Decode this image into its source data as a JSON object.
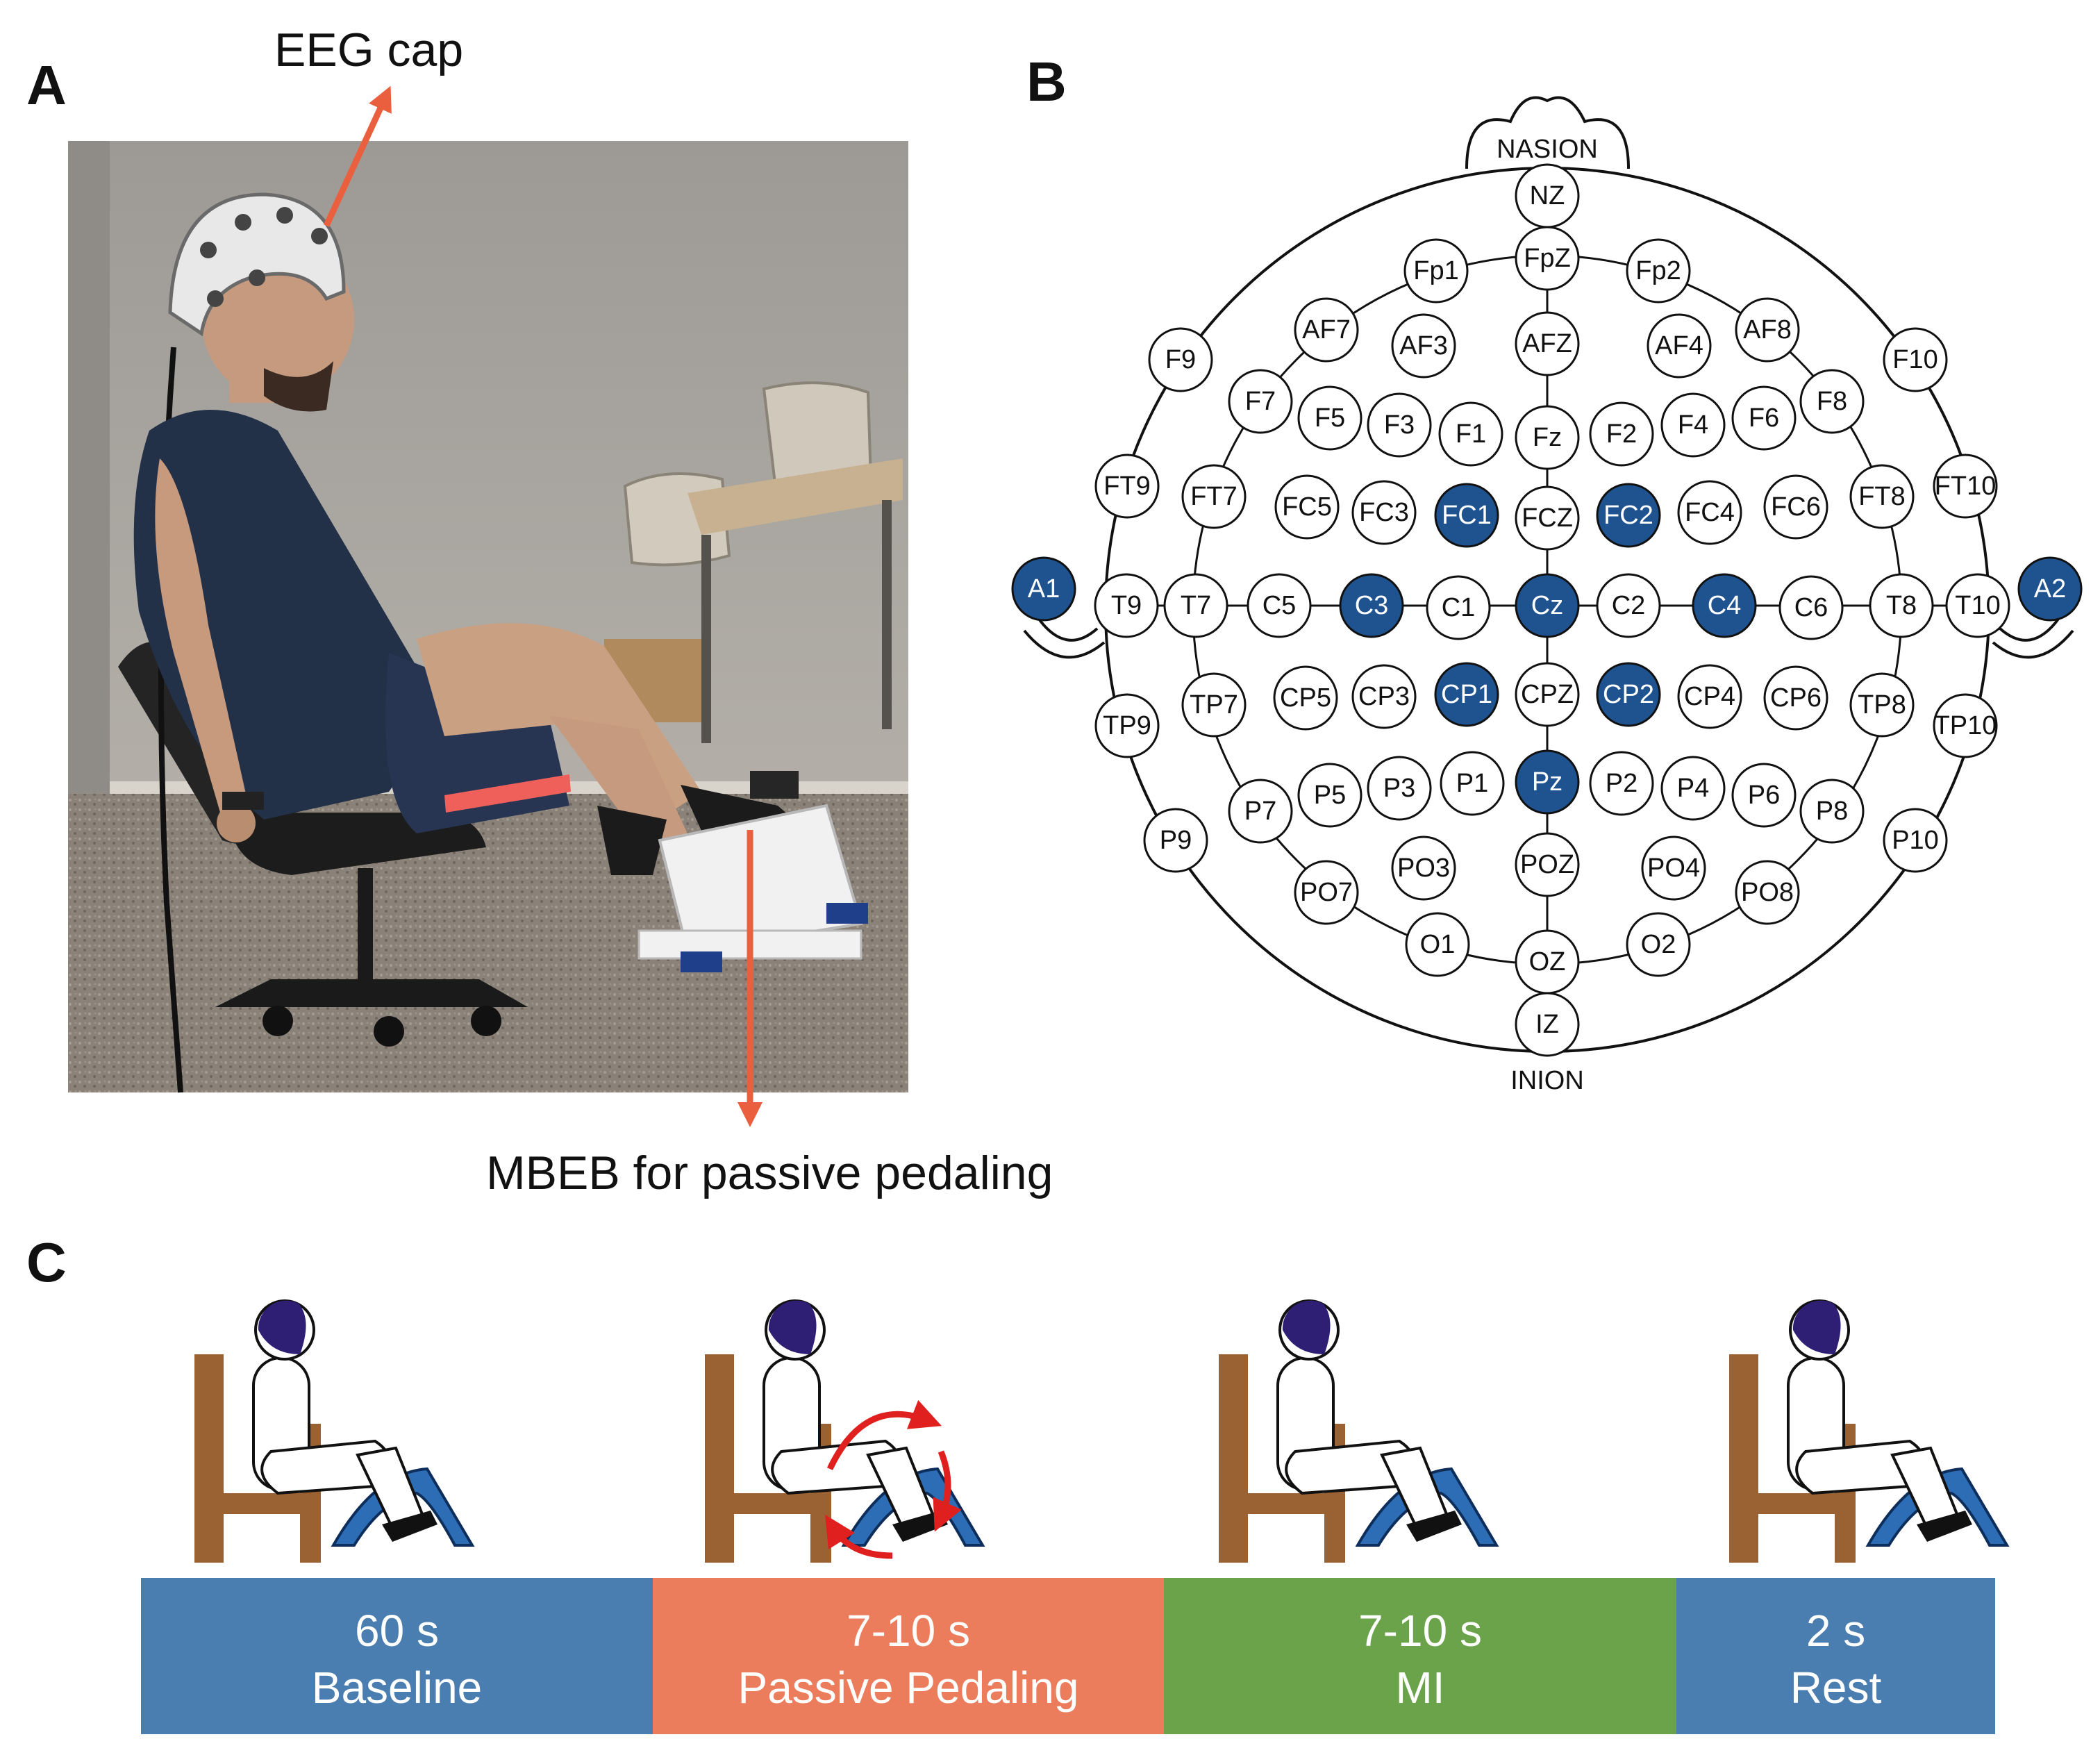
{
  "colors": {
    "highlight": "#1f5390",
    "arrow": "#ea5f3d",
    "chair": "#9a6233",
    "bike": "#2d6db5",
    "head": "#2e1f75",
    "segments": [
      "#4a7db0",
      "#eb7c5c",
      "#6aa34a",
      "#4a7db0"
    ]
  },
  "panel_a": {
    "label": "A",
    "eeg_cap_label": "EEG cap",
    "device_label": "MBEB for passive pedaling",
    "photo_desc": "photo"
  },
  "panel_b": {
    "label": "B",
    "nasion": "NASION",
    "inion": "INION",
    "highlighted": [
      "FC1",
      "FC2",
      "C3",
      "Cz",
      "C4",
      "CP1",
      "CP2",
      "Pz",
      "A1",
      "A2"
    ],
    "electrodes": [
      "NZ",
      "FpZ",
      "Fp1",
      "Fp2",
      "AF7",
      "AF3",
      "AFZ",
      "AF4",
      "AF8",
      "F9",
      "F7",
      "F5",
      "F3",
      "F1",
      "Fz",
      "F2",
      "F4",
      "F6",
      "F8",
      "F10",
      "FT9",
      "FT7",
      "FC5",
      "FC3",
      "FC1",
      "FCZ",
      "FC2",
      "FC4",
      "FC6",
      "FT8",
      "FT10",
      "A1",
      "T9",
      "T7",
      "C5",
      "C3",
      "C1",
      "Cz",
      "C2",
      "C4",
      "C6",
      "T8",
      "T10",
      "A2",
      "TP9",
      "TP7",
      "CP5",
      "CP3",
      "CP1",
      "CPZ",
      "CP2",
      "CP4",
      "CP6",
      "TP8",
      "TP10",
      "P9",
      "P7",
      "P5",
      "P3",
      "P1",
      "Pz",
      "P2",
      "P4",
      "P6",
      "P8",
      "P10",
      "PO7",
      "PO3",
      "POZ",
      "PO4",
      "PO8",
      "O1",
      "OZ",
      "O2",
      "IZ"
    ]
  },
  "panel_c": {
    "label": "C",
    "segments": [
      {
        "line1": "60 s",
        "line2": "Baseline"
      },
      {
        "line1": "7-10 s",
        "line2": "Passive Pedaling"
      },
      {
        "line1": "7-10 s",
        "line2": "MI"
      },
      {
        "line1": "2 s",
        "line2": "Rest"
      }
    ]
  }
}
